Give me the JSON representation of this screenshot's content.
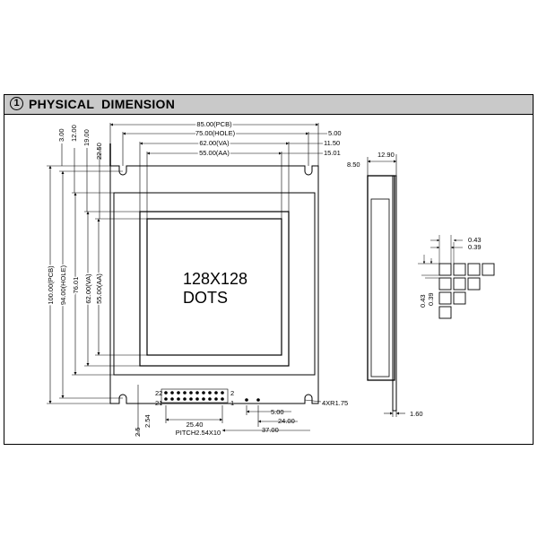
{
  "header": {
    "number": "1",
    "title": "PHYSICAL  DIMENSION"
  },
  "front_view": {
    "top": {
      "pcb": "85.00(PCB)",
      "hole": "75.00(HOLE)",
      "va": "62.00(VA)",
      "aa": "55.00(AA)",
      "right_5": "5.00",
      "right_11": "11.50",
      "right_15": "15.01"
    },
    "left_top": {
      "d3": "3.00",
      "d12": "12.00",
      "d19": "19.00",
      "d22": "22.50"
    },
    "left_vertical": {
      "pcb": "100.00(PCB)",
      "hole": "94.00(HOLE)",
      "d76": "76.01",
      "va": "62.00(VA)",
      "aa": "55.00(AA)"
    },
    "center_text": {
      "line1": "128X128",
      "line2": "DOTS"
    },
    "bottom": {
      "d25": "2.5",
      "d254": "2.54",
      "pitch_value": "25.40",
      "pitch_label": "PITCH2.54X10",
      "d5": "5.00",
      "d24": "24.00",
      "d37": "37.00",
      "hole_r": "4XR1.75",
      "pin22": "22",
      "pin21": "21",
      "pin2": "2",
      "pin1": "1"
    }
  },
  "side_view": {
    "thickness": "12.90",
    "d850": "8.50",
    "d160": "1.60"
  },
  "pixel_detail": {
    "h043": "0.43",
    "h039": "0.39",
    "v043": "0.43",
    "v039": "0.39"
  }
}
